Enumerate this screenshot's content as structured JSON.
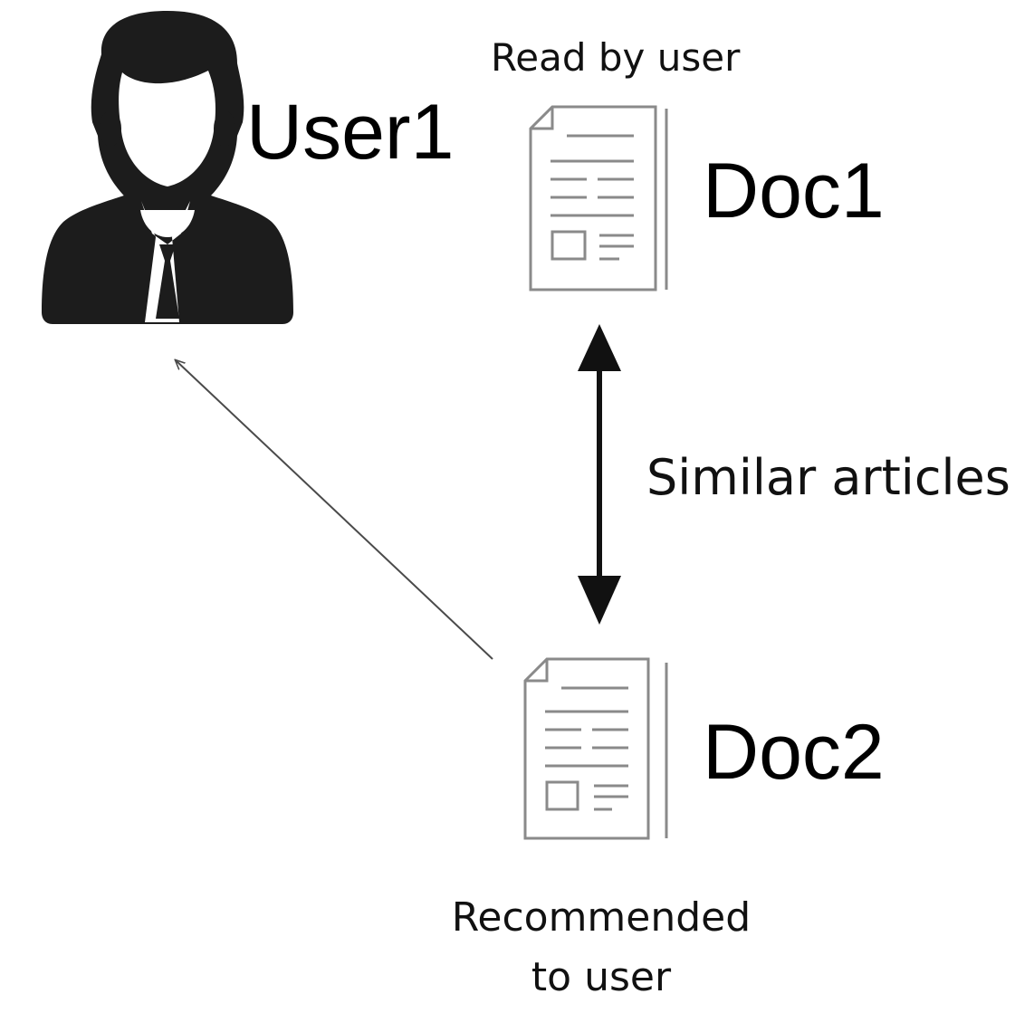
{
  "diagram": {
    "user_label": "User1",
    "doc1_label": "Doc1",
    "doc2_label": "Doc2",
    "read_by_user": "Read by user",
    "similar_articles": "Similar articles",
    "recommended_line1": "Recommended",
    "recommended_line2": "to user"
  },
  "colors": {
    "icon_fill": "#1c1c1c",
    "doc_stroke": "#8a8a8a",
    "arrow_dark": "#111111",
    "arrow_light": "#4a4a4a"
  }
}
